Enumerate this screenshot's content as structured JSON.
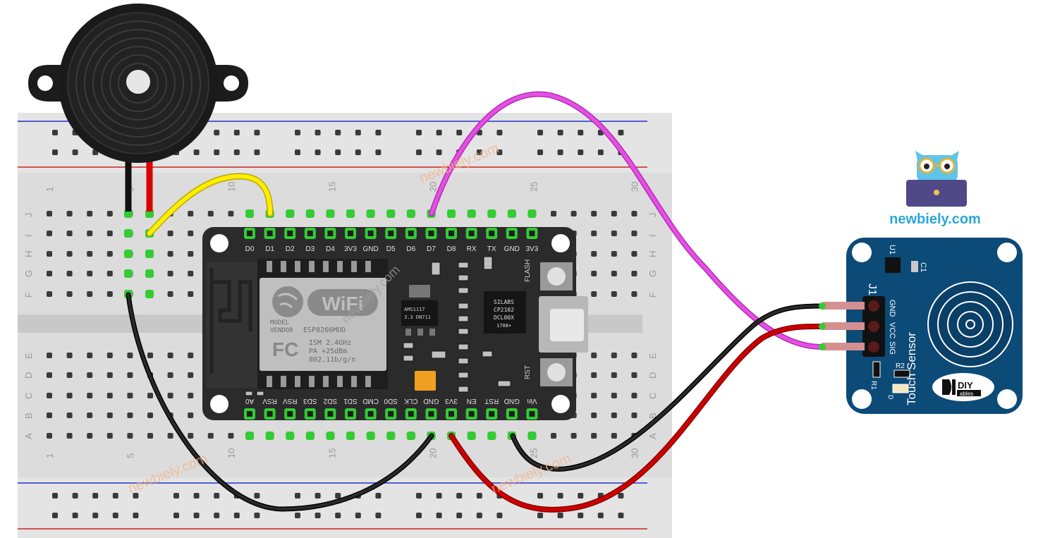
{
  "breadboard": {
    "column_numbers": [
      "1",
      "5",
      "10",
      "15",
      "20",
      "25",
      "30"
    ],
    "row_letters_top": [
      "J",
      "I",
      "H",
      "G",
      "F"
    ],
    "row_letters_bottom": [
      "E",
      "D",
      "C",
      "B",
      "A"
    ]
  },
  "board": {
    "top_pins": [
      "D0",
      "D1",
      "D2",
      "D3",
      "D4",
      "3V3",
      "GND",
      "D5",
      "D6",
      "D7",
      "D8",
      "RX",
      "TX",
      "GND",
      "3V3"
    ],
    "bottom_pins": [
      "A0",
      "RSV",
      "RSV",
      "SD3",
      "SD2",
      "SD1",
      "CMD",
      "SD0",
      "CLK",
      "GND",
      "3V3",
      "EN",
      "RST",
      "GND",
      "Vin"
    ],
    "wifi_text": "WiFi",
    "module_lines": [
      "MODEL",
      "VENDOR",
      "ESP8266MOD",
      "ISM 2.4GHz",
      "PA  +25dBm",
      "802.11b/g/n"
    ],
    "fc_text": "FC",
    "regulator_lines": [
      "AMS1117",
      "3.3  DN711"
    ],
    "usb_chip_lines": [
      "SILABS",
      "CP2102",
      "DCL00X",
      "1708+"
    ],
    "flash_label": "FLASH",
    "rst_label": "RST"
  },
  "sensor": {
    "label": "Touch Sensor",
    "pins": [
      "SIG",
      "VCC",
      "GND"
    ],
    "header_label": "J1",
    "u1": "U1",
    "c1": "C1",
    "r1": "R1",
    "r2": "R2",
    "d": "D",
    "brand_main": "DIY",
    "brand_sub": "ables"
  },
  "watermark": "newbiely.com",
  "logo": {
    "text": "newbiely.com"
  },
  "colors": {
    "wire_magenta": "#e64ee6",
    "wire_yellow": "#ffee00",
    "wire_black": "#1a1a1a",
    "wire_red": "#cc0000",
    "pin_green": "#33cc33",
    "board_pcb": "#2b2b2b",
    "sensor_pcb": "#0c4a77",
    "logo_blue": "#2aa7d8"
  }
}
